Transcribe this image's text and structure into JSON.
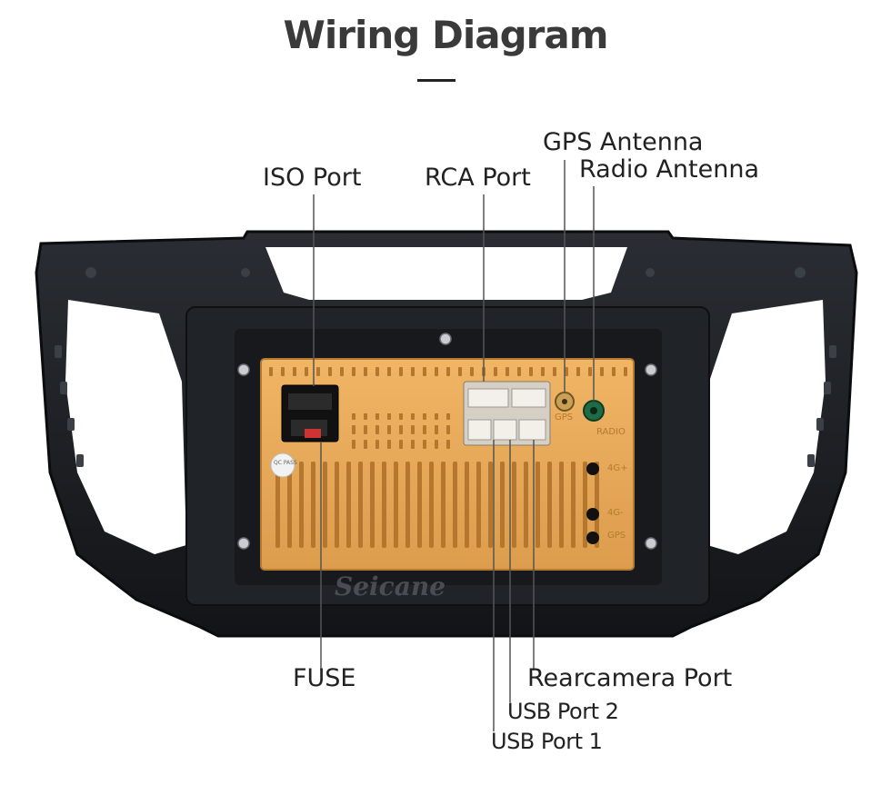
{
  "title": "Wiring Diagram",
  "brand_watermark": "Seicane",
  "labels": {
    "iso_port": "ISO Port",
    "rca_port": "RCA Port",
    "gps_antenna": "GPS Antenna",
    "radio_antenna": "Radio Antenna",
    "fuse": "FUSE",
    "rearcamera_port": "Rearcamera Port",
    "usb_port_2": "USB Port 2",
    "usb_port_1": "USB Port 1"
  },
  "panel_marks": {
    "gps": "GPS",
    "radio": "RADIO",
    "4g_plus": "4G+",
    "4g_minus": "4G-",
    "gps_lower": "GPS",
    "qc_sticker": "QC PASS"
  },
  "colors": {
    "frame": "#1b1d22",
    "housing": "#e6a95a",
    "housing_dark": "#c98a3e",
    "leader": "#555555"
  }
}
